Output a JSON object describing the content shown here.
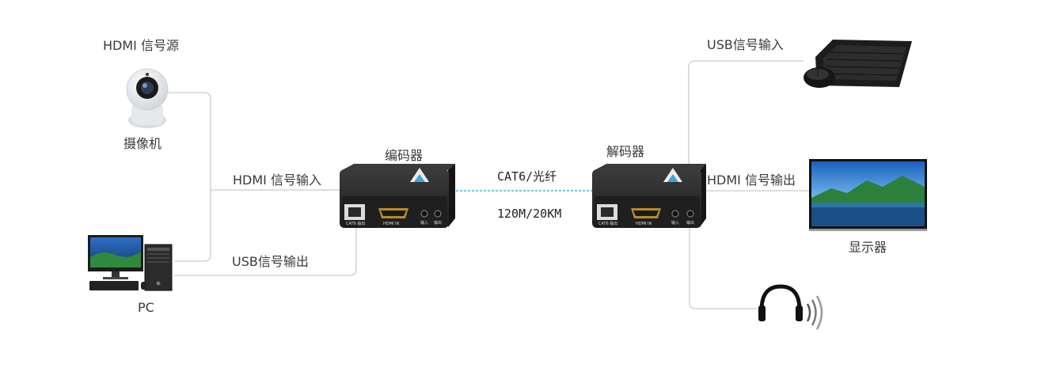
{
  "labels": {
    "hdmi_source": "HDMI 信号源",
    "camera": "摄像机",
    "pc": "PC",
    "hdmi_input": "HDMI 信号输入",
    "usb_output": "USB信号输出",
    "encoder": "编码器",
    "decoder": "解码器",
    "cable_type": "CAT6/光纤",
    "cable_spec": "120M/20KM",
    "usb_input": "USB信号输入",
    "hdmi_output": "HDMI 信号输出",
    "display": "显示器"
  },
  "ports": {
    "encoder": {
      "cat6": "CAT6 输出",
      "hdmi": "HDMI IN",
      "audio1": "输入",
      "audio2": "输出"
    },
    "decoder": {
      "cat6": "CAT6 输出",
      "hdmi": "HDMI IN",
      "audio1": "输入",
      "audio2": "输出"
    }
  },
  "colors": {
    "wire": "#d4d4d4",
    "link": "#3fb8d8",
    "device_body": "#2a2a2a",
    "text": "#3a3a3a"
  },
  "icons": {
    "camera": "security-camera-icon",
    "pc": "desktop-pc-icon",
    "keyboard": "keyboard-mouse-icon",
    "display": "tv-display-icon",
    "headphones": "headphones-speaker-icon"
  }
}
